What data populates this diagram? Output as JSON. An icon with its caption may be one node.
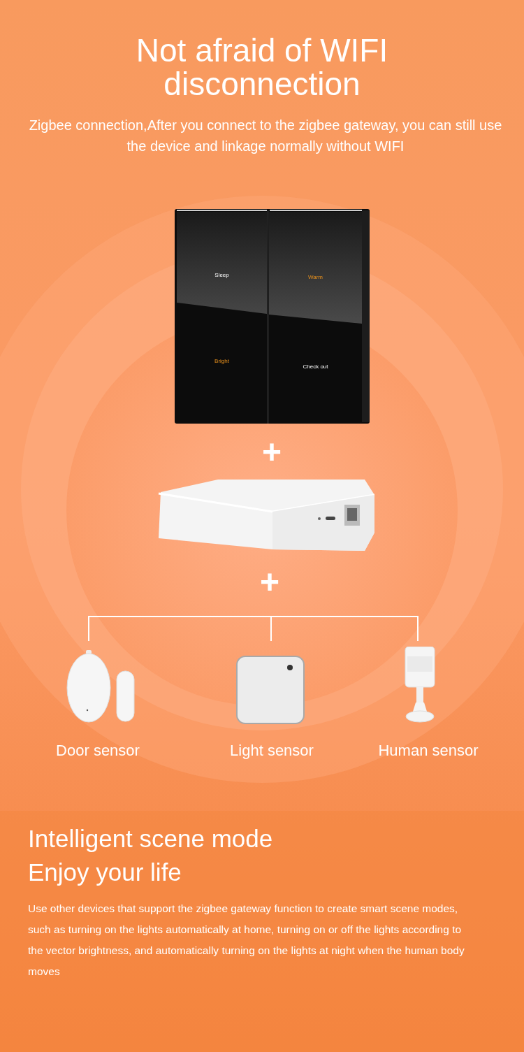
{
  "diagram": {
    "title": "Not afraid of WIFI disconnection",
    "nodes": [
      {
        "text": [],
        "shape": "picture"
      },
      {
        "text": [
          "Sleep"
        ],
        "in": 0
      },
      {
        "text": [
          "Warm"
        ],
        "in": 0
      },
      {
        "text": [
          "Bright"
        ],
        "in": 0
      },
      {
        "text": [
          "Check out"
        ],
        "in": 0
      },
      {
        "text": [],
        "shape": "picture"
      },
      {
        "text": [
          "Door sensor"
        ]
      },
      {
        "text": [
          "Light sensor"
        ]
      },
      {
        "text": [
          "Human sensor"
        ]
      }
    ],
    "labels": [
      "Zigbee connection,After you connect to the zigbee gateway, you can still use the device and linkage normally without WIFI",
      "+",
      "+",
      "Intelligent scene mode",
      "Enjoy your life",
      "Use other devices that support the zigbee gateway function to create smart scene modes, such as turning on the lights automatically at home, turning on or off the lights according to the vector brightness, and automatically turning on the lights at night when the human body moves"
    ]
  }
}
